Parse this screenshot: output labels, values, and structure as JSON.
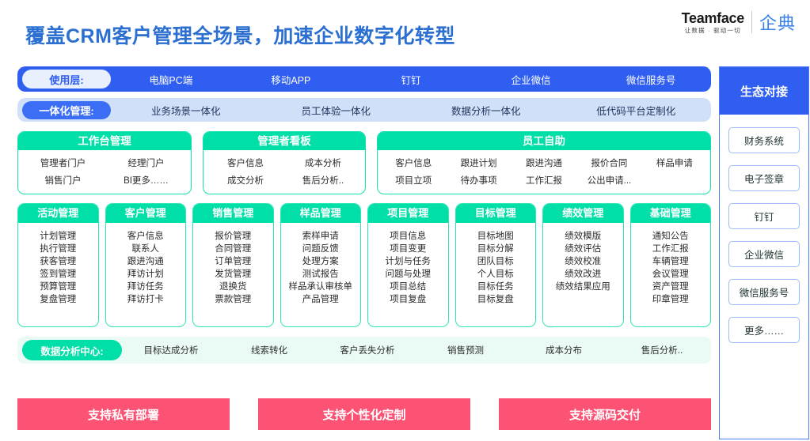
{
  "header": {
    "title": "覆盖CRM客户管理全场景，加速企业数字化转型",
    "title_color": "#2b6fd1",
    "logo": {
      "name": "Teamface",
      "slogan": "让数据 · 驱动一切",
      "cn": "企典"
    }
  },
  "layers": [
    {
      "label": "使用层:",
      "style": "blue-bar",
      "items": [
        "电脑PC端",
        "移动APP",
        "钉钉",
        "企业微信",
        "微信服务号"
      ]
    },
    {
      "label": "一体化管理:",
      "style": "light-blue-bar",
      "items": [
        "业务场景一体化",
        "员工体验一体化",
        "数据分析一体化",
        "低代码平台定制化"
      ]
    }
  ],
  "panels": [
    {
      "title": "工作台管理",
      "rows": [
        [
          "管理者门户",
          "经理门户"
        ],
        [
          "销售门户",
          "BI更多……"
        ]
      ]
    },
    {
      "title": "管理者看板",
      "rows": [
        [
          "客户信息",
          "成本分析"
        ],
        [
          "成交分析",
          "售后分析.."
        ]
      ]
    },
    {
      "title": "员工自助",
      "rows": [
        [
          "客户信息",
          "跟进计划",
          "跟进沟通",
          "报价合同",
          "样品申请"
        ],
        [
          "项目立项",
          "待办事项",
          "工作汇报",
          "公出申请...",
          ""
        ]
      ]
    }
  ],
  "cards": [
    {
      "title": "活动管理",
      "items": [
        "计划管理",
        "执行管理",
        "获客管理",
        "签到管理",
        "预算管理",
        "复盘管理"
      ]
    },
    {
      "title": "客户管理",
      "items": [
        "客户信息",
        "联系人",
        "跟进沟通",
        "拜访计划",
        "拜访任务",
        "拜访打卡"
      ]
    },
    {
      "title": "销售管理",
      "items": [
        "报价管理",
        "合同管理",
        "订单管理",
        "发货管理",
        "退换货",
        "票款管理"
      ]
    },
    {
      "title": "样品管理",
      "items": [
        "索样申请",
        "问题反馈",
        "处理方案",
        "测试报告",
        "样品承认审核单",
        "产品管理"
      ]
    },
    {
      "title": "项目管理",
      "items": [
        "项目信息",
        "项目变更",
        "计划与任务",
        "问题与处理",
        "项目总结",
        "项目复盘"
      ]
    },
    {
      "title": "目标管理",
      "items": [
        "目标地图",
        "目标分解",
        "团队目标",
        "个人目标",
        "目标任务",
        "目标复盘"
      ]
    },
    {
      "title": "绩效管理",
      "items": [
        "绩效模版",
        "绩效评估",
        "绩效校准",
        "绩效改进",
        "绩效结果应用"
      ]
    },
    {
      "title": "基础管理",
      "items": [
        "通知公告",
        "工作汇报",
        "车辆管理",
        "会议管理",
        "资产管理",
        "印章管理"
      ]
    }
  ],
  "data_center": {
    "label": "数据分析中心:",
    "items": [
      "目标达成分析",
      "线索转化",
      "客户丢失分析",
      "销售预测",
      "成本分布",
      "售后分析.."
    ]
  },
  "bottom_buttons": [
    "支持私有部署",
    "支持个性化定制",
    "支持源码交付"
  ],
  "sidebar": {
    "title": "生态对接",
    "items": [
      "财务系统",
      "电子签章",
      "钉钉",
      "企业微信",
      "微信服务号",
      "更多……"
    ]
  },
  "colors": {
    "blue": "#2f5ef0",
    "light_blue": "#cfe0f8",
    "green": "#00dfa8",
    "pink": "#fc5375",
    "title_blue": "#2b6fd1"
  }
}
